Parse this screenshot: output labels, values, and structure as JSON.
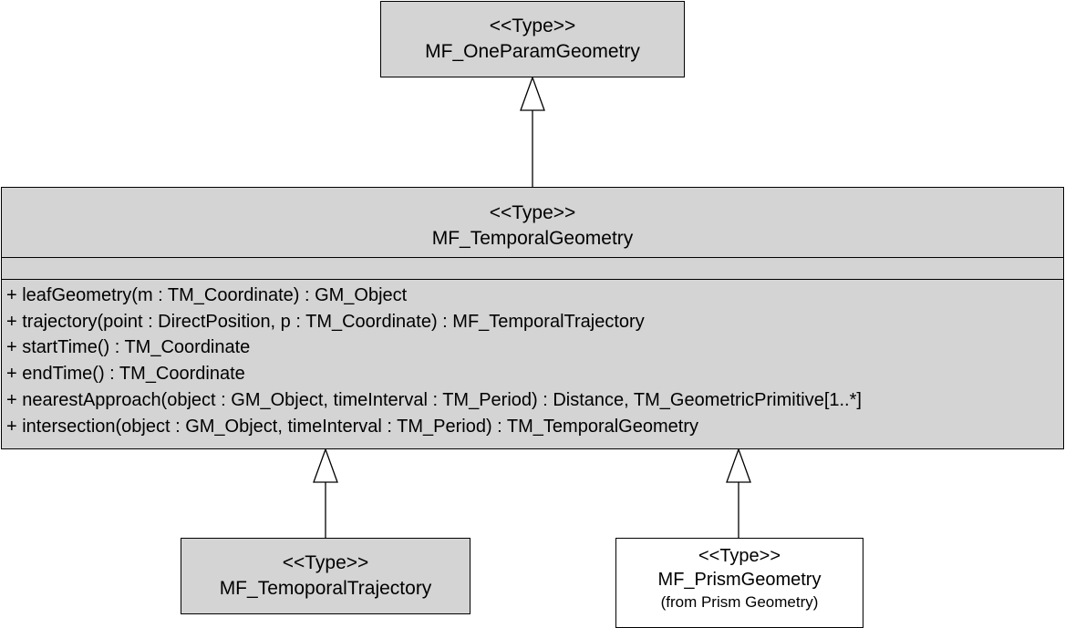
{
  "classes": {
    "one_param": {
      "stereotype": "<<Type>>",
      "name": "MF_OneParamGeometry"
    },
    "temporal": {
      "stereotype": "<<Type>>",
      "name": "MF_TemporalGeometry",
      "attributes": [],
      "operations": [
        "+ leafGeometry(m : TM_Coordinate) : GM_Object",
        "+ trajectory(point : DirectPosition, p : TM_Coordinate) : MF_TemporalTrajectory",
        "+ startTime() : TM_Coordinate",
        "+ endTime() : TM_Coordinate",
        "+ nearestApproach(object : GM_Object, timeInterval : TM_Period) : Distance, TM_GeometricPrimitive[1..*]",
        "+ intersection(object : GM_Object, timeInterval : TM_Period) : TM_TemporalGeometry"
      ]
    },
    "trajectory": {
      "stereotype": "<<Type>>",
      "name": "MF_TemoporalTrajectory"
    },
    "prism": {
      "stereotype": "<<Type>>",
      "name": "MF_PrismGeometry",
      "note": "(from Prism Geometry)"
    }
  },
  "relationships": [
    {
      "type": "generalization",
      "from": "MF_TemporalGeometry",
      "to": "MF_OneParamGeometry"
    },
    {
      "type": "generalization",
      "from": "MF_TemoporalTrajectory",
      "to": "MF_TemporalGeometry"
    },
    {
      "type": "generalization",
      "from": "MF_PrismGeometry",
      "to": "MF_TemporalGeometry"
    }
  ],
  "colors": {
    "class_fill": "#d4d4d4",
    "external_class_fill": "#ffffff",
    "line": "#000000"
  }
}
